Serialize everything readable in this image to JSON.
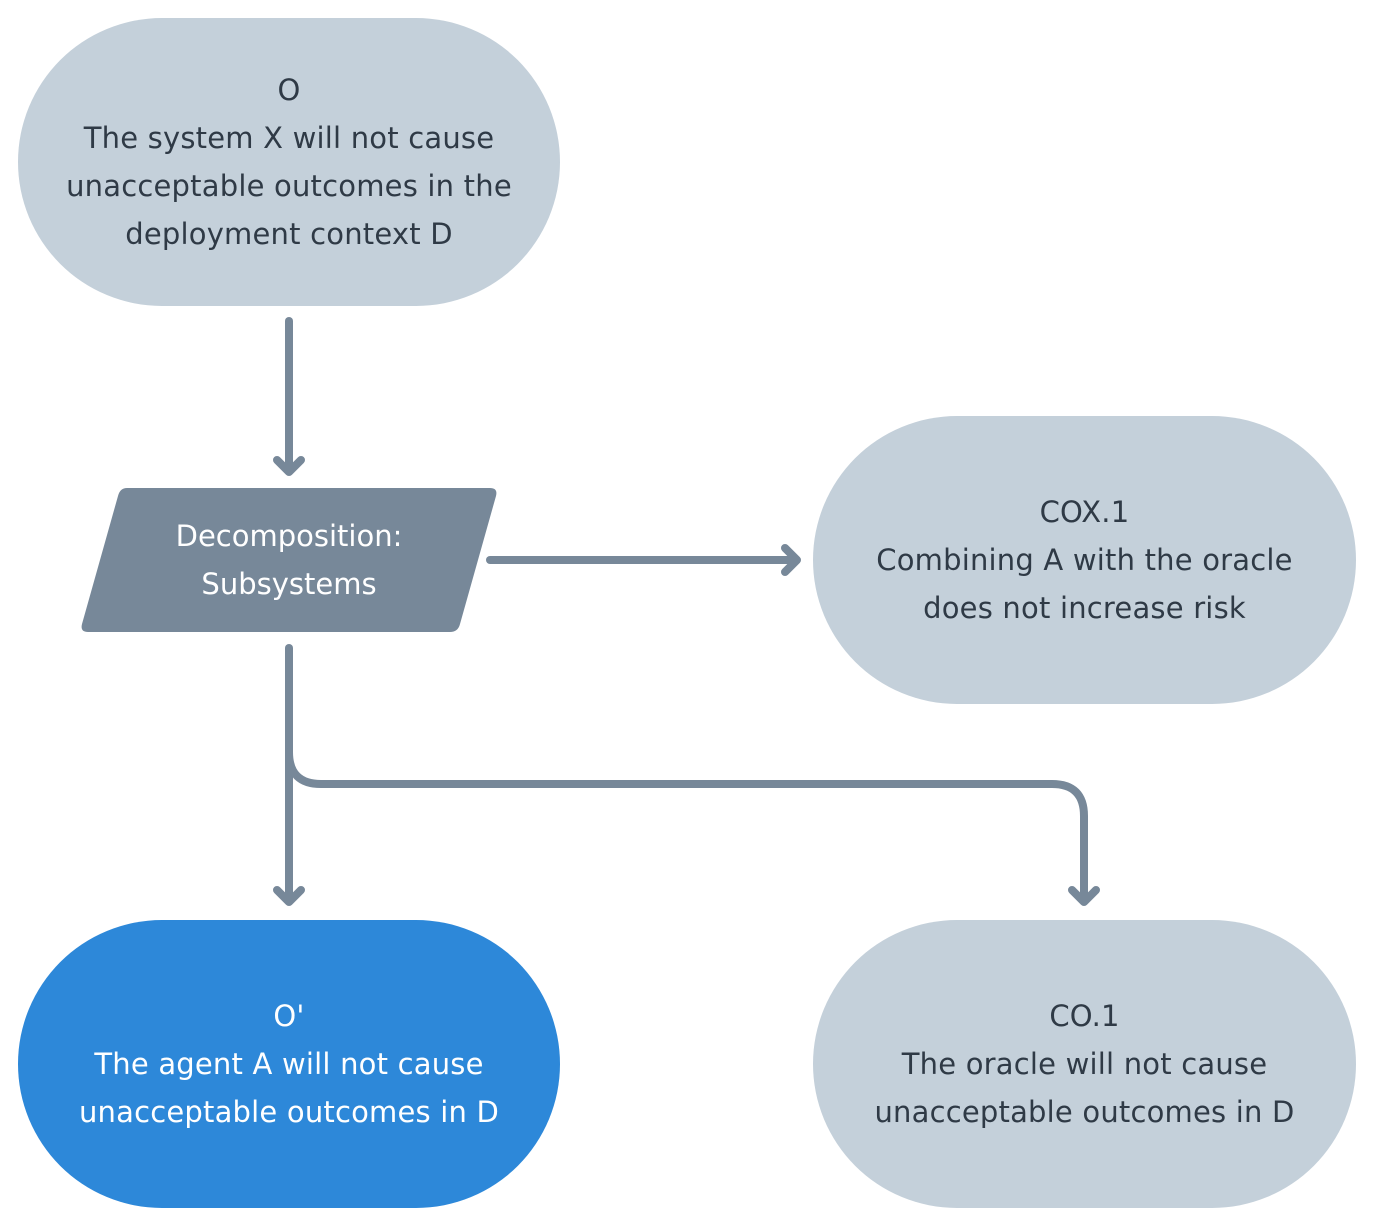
{
  "colors": {
    "pill": "#c4d0da",
    "pill_highlight": "#2d88d9",
    "strategy": "#778899",
    "connector": "#778899"
  },
  "nodes": {
    "root": {
      "id": "O",
      "text_lines": [
        "The system X will not cause",
        "unacceptable outcomes in the",
        "deployment context D"
      ]
    },
    "strategy": {
      "text_lines": [
        "Decomposition:",
        "Subsystems"
      ]
    },
    "cox1": {
      "id": "COX.1",
      "text_lines": [
        "Combining A with the oracle",
        "does not increase risk"
      ]
    },
    "oprime": {
      "id": "O'",
      "text_lines": [
        "The agent A will not cause",
        "unacceptable outcomes in D"
      ]
    },
    "co1": {
      "id": "CO.1",
      "text_lines": [
        "The oracle will not cause",
        "unacceptable outcomes in D"
      ]
    }
  }
}
